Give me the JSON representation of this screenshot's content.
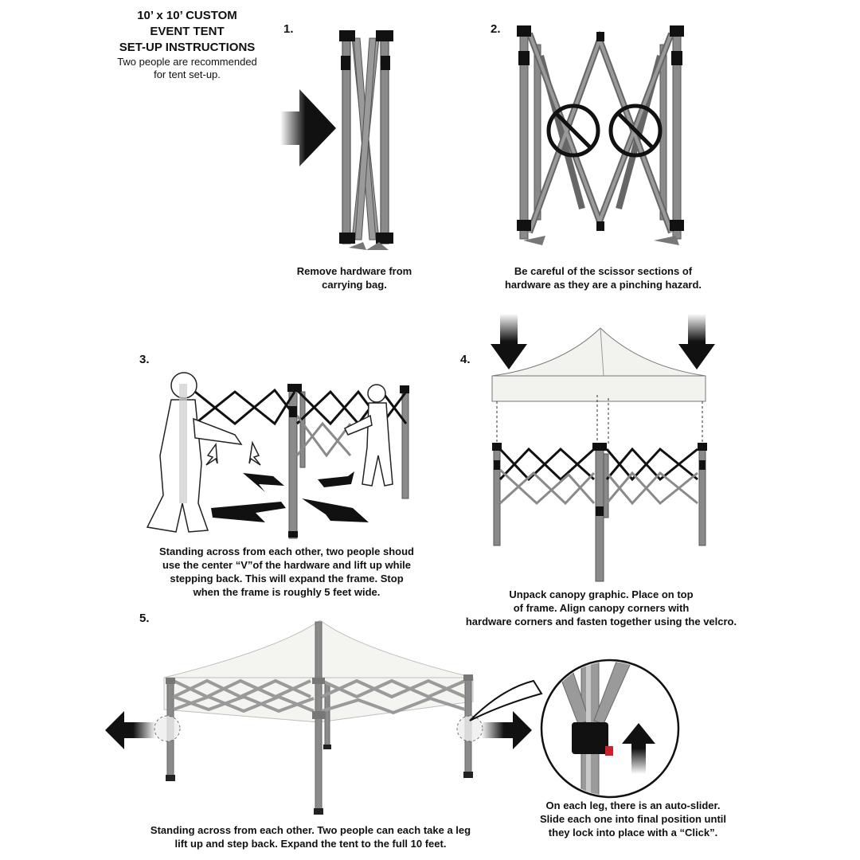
{
  "title": {
    "line1": "10’ x 10’  CUSTOM",
    "line2": "EVENT TENT",
    "line3": "SET-UP INSTRUCTIONS",
    "note1": "Two people are recommended",
    "note2": "for tent set-up."
  },
  "steps": [
    {
      "number": "1.",
      "caption": [
        "Remove hardware from",
        "carrying bag."
      ]
    },
    {
      "number": "2.",
      "caption": [
        "Be careful of the scissor sections of",
        "hardware as they are a pinching hazard."
      ]
    },
    {
      "number": "3.",
      "caption": [
        "Standing across from each other, two people shoud",
        "use the center “V”of the hardware and lift up while",
        "stepping back. This will expand the frame. Stop",
        "when the frame is roughly 5 feet wide."
      ]
    },
    {
      "number": "4.",
      "caption": [
        "Unpack canopy graphic. Place on top",
        "of frame. Align canopy corners with",
        "hardware corners and fasten together using the velcro."
      ]
    },
    {
      "number": "5.",
      "caption": [
        "Standing across from each other. Two people can each take a leg",
        "lift up and step back. Expand the tent to the full 10 feet."
      ]
    }
  ],
  "detail": {
    "caption": [
      "On each leg, there is an auto-slider.",
      "Slide each one into final position until",
      "they lock into place with a “Click”."
    ]
  },
  "colors": {
    "frame": "#8a8a8a",
    "frame_dark": "#4d4d4d",
    "connector": "#111111",
    "canopy": "#f2f2ee",
    "arrow": "#111111",
    "slider_tab": "#d0202a"
  },
  "icons": [
    "right-arrow-icon",
    "no-symbol-icon",
    "down-arrow-icon",
    "left-arrow-icon",
    "up-arrow-icon"
  ]
}
